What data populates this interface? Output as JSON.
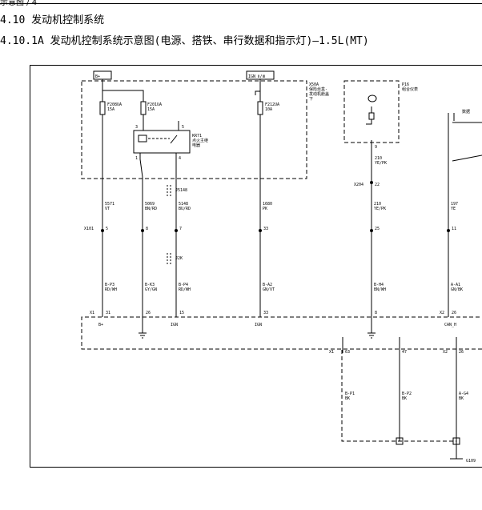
{
  "page": {
    "crumb": "示意图 / 4",
    "section": "4.10 发动机控制系统",
    "subsection": "4.10.1A 发动机控制系统示意图(电源、搭铁、串行数据和指示灯)—1.5L(MT)"
  },
  "diagram": {
    "power": {
      "b_plus": "B+",
      "ign": "IGN Ⅱ/Ⅲ"
    },
    "x50a": [
      "X50A",
      "保险丝盒-",
      "发动机舱盖",
      "下"
    ],
    "p16": [
      "P16",
      "组合仪表"
    ],
    "partial": "数据",
    "fuses": [
      {
        "name": "F208UA",
        "amp": "15A"
      },
      {
        "name": "F201UA",
        "amp": "15A"
      },
      {
        "name": "F212UA",
        "amp": "10A"
      }
    ],
    "relay": {
      "name": "KR71",
      "desc": [
        "点火主继",
        "电器"
      ],
      "pins": [
        "3",
        "5",
        "1",
        "4"
      ]
    },
    "splices": [
      "J5148",
      "J2K"
    ],
    "wires_upper": [
      {
        "circuit": "5571",
        "color": "VT"
      },
      {
        "circuit": "5069",
        "color": "BN/RD"
      },
      {
        "circuit": "5148",
        "color": "BU/RD"
      },
      {
        "circuit": "1680",
        "color": "PK"
      },
      {
        "circuit": "210",
        "color": "YE/PK"
      },
      {
        "circuit": "197",
        "color": "YE"
      }
    ],
    "wire_p16": {
      "pin": "9",
      "circuit": "210",
      "color": "YE/PK"
    },
    "x204": {
      "name": "X204",
      "pin": "22"
    },
    "x101": {
      "name": "X101",
      "pins": [
        "5",
        "8",
        "7",
        "33",
        "25",
        "11"
      ]
    },
    "wires_lower": [
      {
        "circuit": "B-P3",
        "color": "RD/WH"
      },
      {
        "circuit": "B-K3",
        "color": "GY/GN"
      },
      {
        "circuit": "B-P4",
        "color": "RD/WH"
      },
      {
        "circuit": "B-A2",
        "color": "GN/VT"
      },
      {
        "circuit": "B-H4",
        "color": "BN/WH"
      },
      {
        "circuit": "A-A1",
        "color": "GN/BK"
      }
    ],
    "x1": {
      "name": "X1",
      "pins": [
        "31",
        "26",
        "15",
        "33",
        "8"
      ]
    },
    "x2": {
      "name": "X2",
      "pin": "26"
    },
    "ecm_labels": [
      "B+",
      "IGN",
      "IGN",
      "CAN_H"
    ],
    "ground_pins": [
      {
        "conn": "X1",
        "pin": "63"
      },
      {
        "conn": "",
        "pin": "47"
      },
      {
        "conn": "X2",
        "pin": "26"
      }
    ],
    "ground_wires": [
      {
        "circuit": "B-P1",
        "color": "BK"
      },
      {
        "circuit": "B-P2",
        "color": "BK"
      },
      {
        "circuit": "A-G4",
        "color": "BK"
      }
    ],
    "ground_point": "G109"
  }
}
